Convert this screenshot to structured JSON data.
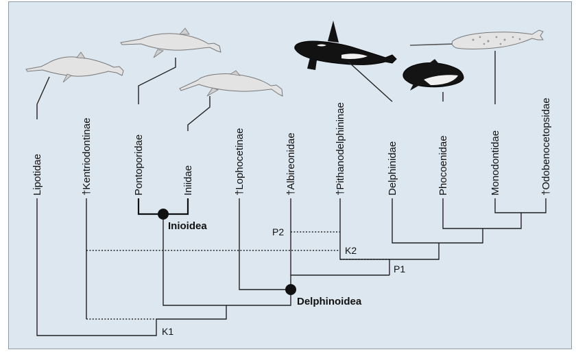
{
  "taxa": [
    "Lipotidae",
    "†Kentriodontinae",
    "Pontoporidae",
    "Iniidae",
    "†Lophocetinae",
    "†Albireonidae",
    "†Pithanodelphininae",
    "Delphinidae",
    "Phocoenidae",
    "Monodontidae",
    "†Odobenocetopsidae"
  ],
  "nodes": {
    "inioidea": "Inioidea",
    "delphinoidea": "Delphinoidea"
  },
  "markers": {
    "k1": "K1",
    "k2": "K2",
    "p1": "P1",
    "p2": "P2"
  },
  "colors": {
    "background": "#dde7ef",
    "lines": "#222222",
    "node_dot": "#111111"
  },
  "illustrations": [
    "river-dolphin-lipotes-icon",
    "river-dolphin-pontoporia-icon",
    "river-dolphin-inia-icon",
    "orca-icon",
    "porpoise-icon",
    "narwhal-icon"
  ]
}
